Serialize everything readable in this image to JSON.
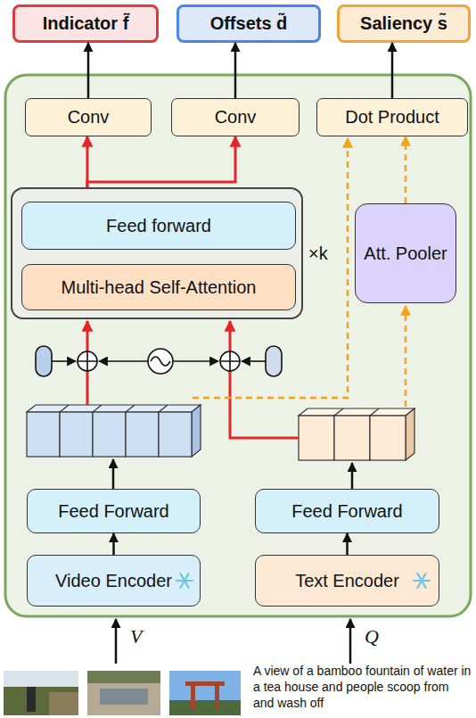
{
  "diagram": {
    "nodes": [
      {
        "text": [
          "Indicator f̃"
        ]
      },
      {
        "text": [
          "Offsets d̃"
        ]
      },
      {
        "text": [
          "Saliency s̃"
        ]
      },
      {
        "text": [
          "Conv"
        ]
      },
      {
        "text": [
          "Conv"
        ]
      },
      {
        "text": [
          "Dot Product"
        ]
      },
      {
        "text": [
          "×k"
        ]
      },
      {
        "text": [
          "Feed forward"
        ],
        "in": 6
      },
      {
        "text": [
          "Multi-head Self-Attention"
        ],
        "in": 6
      },
      {
        "text": [
          "Att. Pooler"
        ]
      },
      {
        "text": [
          "Feed Forward"
        ]
      },
      {
        "text": [
          "Feed Forward"
        ]
      },
      {
        "text": [
          "Video Encoder"
        ]
      },
      {
        "text": [
          "Text Encoder"
        ]
      }
    ],
    "edges": [
      {
        "from": 3,
        "to": 0,
        "arrow": "to"
      },
      {
        "from": 4,
        "to": 1,
        "arrow": "to"
      },
      {
        "from": 5,
        "to": 2,
        "arrow": "to"
      },
      {
        "from": 6,
        "to": 3,
        "arrow": "to"
      },
      {
        "from": 6,
        "to": 4,
        "arrow": "to"
      },
      {
        "from": 9,
        "to": 5,
        "arrow": "to"
      },
      {
        "from": 12,
        "to": 10,
        "arrow": "to"
      },
      {
        "from": 13,
        "to": 11,
        "arrow": "to"
      }
    ],
    "labels": [
      "V",
      "Q",
      "A view of a bamboo fountain of water in a tea house and people scoop from and wash off"
    ]
  }
}
